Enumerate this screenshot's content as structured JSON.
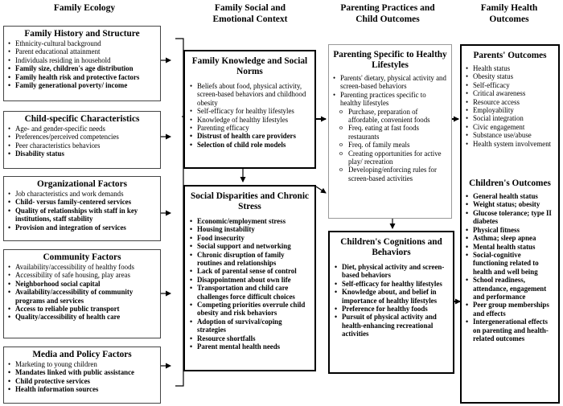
{
  "headers": {
    "family_ecology": "Family Ecology",
    "social_context": "Family Social and\nEmotional Context",
    "parenting_outcomes": "Parenting Practices and\nChild Outcomes",
    "health_outcomes": "Family Health\nOutcomes"
  },
  "boxes": {
    "history": {
      "title": "Family History and Structure",
      "items": [
        {
          "text": "Ethnicity-cultural background",
          "bold": false
        },
        {
          "text": "Parent educational attainment",
          "bold": false
        },
        {
          "text": "Individuals residing in household",
          "bold": false
        },
        {
          "text": "Family size, children's age distribution",
          "bold": true
        },
        {
          "text": "Family health risk and protective factors",
          "bold": true
        },
        {
          "text": "Family generational poverty/ income",
          "bold": true
        }
      ]
    },
    "child_specific": {
      "title": "Child-specific Characteristics",
      "items": [
        {
          "text": "Age- and gender-specific needs",
          "bold": false
        },
        {
          "text": "Preferences/perceived competencies",
          "bold": false
        },
        {
          "text": "Peer characteristics behaviors",
          "bold": false
        },
        {
          "text": "Disability status",
          "bold": true
        }
      ]
    },
    "organizational": {
      "title": "Organizational Factors",
      "items": [
        {
          "text": "Job characteristics and work demands",
          "bold": false
        },
        {
          "text": "Child- versus family-centered services",
          "bold": true
        },
        {
          "text": "Quality of relationships with staff in key institutions, staff stability",
          "bold": true
        },
        {
          "text": "Provision and integration of services",
          "bold": true
        }
      ]
    },
    "community": {
      "title": "Community Factors",
      "items": [
        {
          "text": "Availability/accessibility of healthy foods",
          "bold": false
        },
        {
          "text": "Accessibility of safe housing, play areas",
          "bold": false
        },
        {
          "text": "Neighborhood social capital",
          "bold": true
        },
        {
          "text": "Availability/accessibility of community programs and services",
          "bold": true
        },
        {
          "text": "Access to reliable public transport",
          "bold": true
        },
        {
          "text": "Quality/accessibility of health care",
          "bold": true
        }
      ]
    },
    "media": {
      "title": "Media and Policy Factors",
      "items": [
        {
          "text": "Marketing to young children",
          "bold": false
        },
        {
          "text": "Mandates linked with public assistance",
          "bold": true
        },
        {
          "text": "Child protective services",
          "bold": true
        },
        {
          "text": "Health information sources",
          "bold": true
        }
      ]
    },
    "knowledge": {
      "title": "Family Knowledge and Social Norms",
      "items": [
        {
          "text": "Beliefs about food, physical activity, screen-based behaviors and childhood obesity",
          "bold": false
        },
        {
          "text": "Self-efficacy for healthy lifestyles",
          "bold": false
        },
        {
          "text": "Knowledge of healthy lifestyles",
          "bold": false
        },
        {
          "text": "Parenting efficacy",
          "bold": false
        },
        {
          "text": "Distrust of health care providers",
          "bold": true
        },
        {
          "text": "Selection of child role models",
          "bold": true
        }
      ]
    },
    "disparities": {
      "title": "Social Disparities and Chronic Stress",
      "items": [
        {
          "text": "Economic/employment stress",
          "bold": true
        },
        {
          "text": "Housing instability",
          "bold": true
        },
        {
          "text": "Food insecurity",
          "bold": true
        },
        {
          "text": "Social support and networking",
          "bold": true
        },
        {
          "text": "Chronic disruption of family routines and relationships",
          "bold": true
        },
        {
          "text": "Lack of parental sense of control",
          "bold": true
        },
        {
          "text": "Disappointment about own life",
          "bold": true
        },
        {
          "text": "Transportation and child care challenges force difficult choices",
          "bold": true
        },
        {
          "text": "Competing priorities overrule child obesity and risk behaviors",
          "bold": true
        },
        {
          "text": "Adoption of survival/coping strategies",
          "bold": true
        },
        {
          "text": "Resource shortfalls",
          "bold": true
        },
        {
          "text": "Parent mental health needs",
          "bold": true
        }
      ]
    },
    "parenting": {
      "title": "Parenting Specific to Healthy Lifestyles",
      "items": [
        {
          "text": "Parents' dietary, physical activity and screen-based behaviors",
          "bold": false
        },
        {
          "text": "Parenting practices specific to healthy lifestyles",
          "bold": false
        },
        {
          "text": "Purchase, preparation of affordable, convenient foods",
          "sub": true
        },
        {
          "text": "Freq. eating at fast foods restaurants",
          "sub": true
        },
        {
          "text": "Freq. of family meals",
          "sub": true
        },
        {
          "text": "Creating opportunities for active play/ recreation",
          "sub": true
        },
        {
          "text": "Developing/enforcing rules for screen-based activities",
          "sub": true
        }
      ]
    },
    "cognitions": {
      "title": "Children's Cognitions and Behaviors",
      "items": [
        {
          "text": "Diet, physical activity and screen-based behaviors",
          "bold": true
        },
        {
          "text": "Self-efficacy for healthy lifestyles",
          "bold": true
        },
        {
          "text": "Knowledge about, and belief in importance of healthy lifestyles",
          "bold": true
        },
        {
          "text": "Preference for healthy foods",
          "bold": true
        },
        {
          "text": "Pursuit of physical activity and health-enhancing recreational activities",
          "bold": true
        }
      ]
    },
    "outcomes": {
      "parents_title": "Parents' Outcomes",
      "parents_items": [
        {
          "text": "Health status",
          "bold": false
        },
        {
          "text": "Obesity status",
          "bold": false
        },
        {
          "text": "Self-efficacy",
          "bold": false
        },
        {
          "text": "Critical awareness",
          "bold": false
        },
        {
          "text": "Resource access",
          "bold": false
        },
        {
          "text": "Employability",
          "bold": false
        },
        {
          "text": "Social integration",
          "bold": false
        },
        {
          "text": "Civic engagement",
          "bold": false
        },
        {
          "text": "Substance use/abuse",
          "bold": false
        },
        {
          "text": "Health system involvement",
          "bold": false
        }
      ],
      "children_title": "Children's Outcomes",
      "children_items": [
        {
          "text": "General health status",
          "bold": true
        },
        {
          "text": "Weight status; obesity",
          "bold": true
        },
        {
          "text": "Glucose tolerance; type II diabetes",
          "bold": true
        },
        {
          "text": "Physical fitness",
          "bold": true
        },
        {
          "text": "Asthma; sleep apnea",
          "bold": true
        },
        {
          "text": "Mental health status",
          "bold": true
        },
        {
          "text": "Social-cognitive functioning related to health and well being",
          "bold": true
        },
        {
          "text": "School readiness, attendance, engagement and performance",
          "bold": true
        },
        {
          "text": "Peer group memberships and effects",
          "bold": true
        },
        {
          "text": "Intergenerational effects on parenting and health-related outcomes",
          "bold": true
        }
      ]
    }
  }
}
